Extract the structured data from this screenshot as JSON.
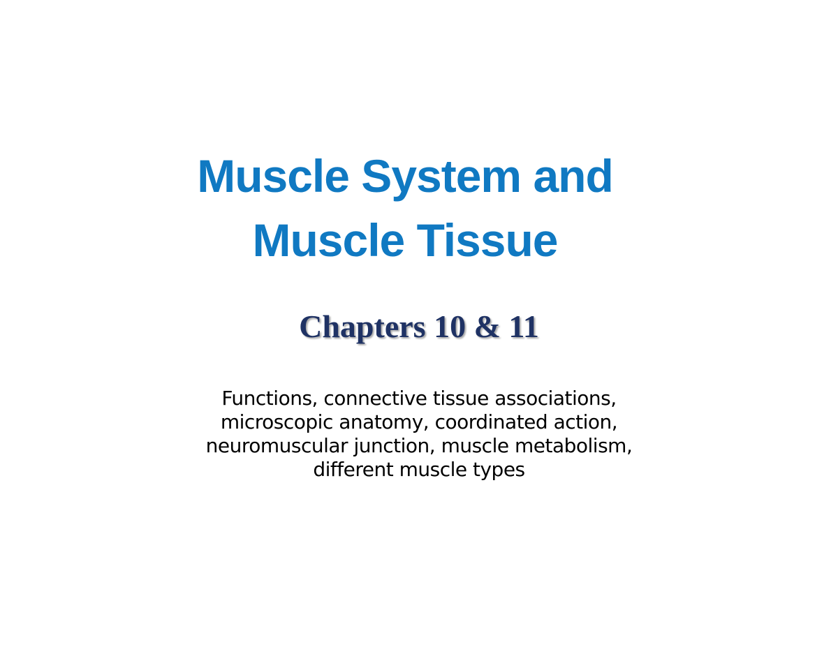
{
  "slide": {
    "title_lines": [
      "Muscle System and",
      "Muscle Tissue"
    ],
    "subtitle": "Chapters 10 & 11",
    "description_lines": [
      "Functions, connective tissue associations,",
      "microscopic anatomy, coordinated action,",
      "neuromuscular junction, muscle metabolism,",
      "different muscle types"
    ],
    "colors": {
      "title": "#1079c2",
      "subtitle": "#1f3264",
      "description": "#000000",
      "background": "#ffffff"
    }
  }
}
